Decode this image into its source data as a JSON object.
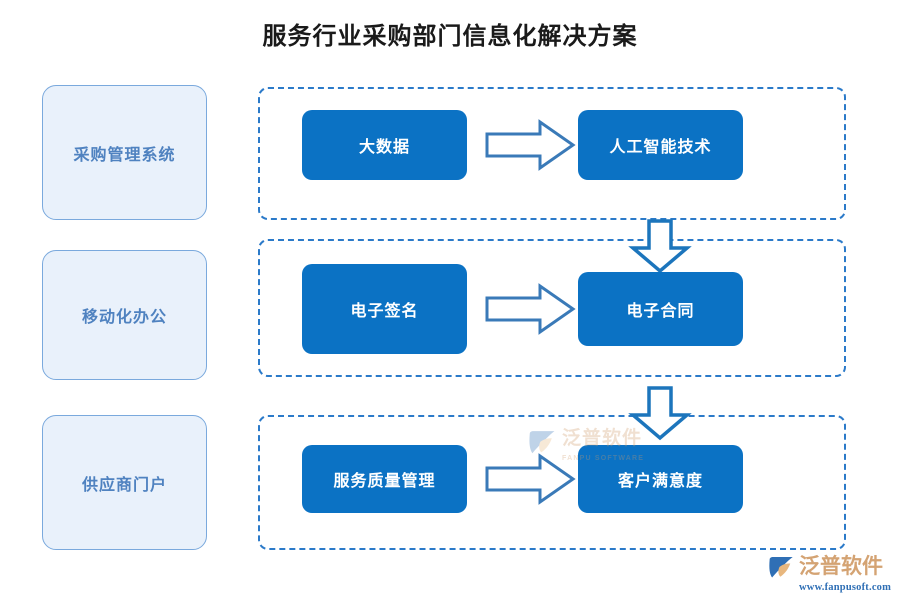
{
  "title": "服务行业采购部门信息化解决方案",
  "colors": {
    "process_box_fill": "#0b72c4",
    "process_box_text": "#ffffff",
    "category_fill": "#e9f1fb",
    "category_border": "#7aa9dd",
    "category_text": "#4f82c0",
    "group_dashed_border": "#2b7ac9",
    "arrow_stroke": "#3a7ab8",
    "arrow_fill": "#ffffff",
    "title_text": "#1a1a1a",
    "brand_cn_text": "#d4a373",
    "brand_url_text": "#2f6fb5"
  },
  "categories": [
    {
      "label": "采购管理系统"
    },
    {
      "label": "移动化办公"
    },
    {
      "label": "供应商门户"
    }
  ],
  "rows": [
    {
      "source": "大数据",
      "target": "人工智能技术",
      "arrow": "arrow-right-icon"
    },
    {
      "source": "电子签名",
      "target": "电子合同",
      "arrow": "arrow-right-icon"
    },
    {
      "source": "服务质量管理",
      "target": "客户满意度",
      "arrow": "arrow-right-icon"
    }
  ],
  "row_connectors": [
    {
      "icon": "arrow-down-icon"
    },
    {
      "icon": "arrow-down-icon"
    }
  ],
  "watermark": {
    "cn": "泛普软件",
    "en": "FANPU SOFTWARE",
    "icon": "fanpu-logo-icon"
  },
  "brand": {
    "cn": "泛普软件",
    "url": "www.fanpusoft.com",
    "icon": "fanpu-logo-icon"
  }
}
